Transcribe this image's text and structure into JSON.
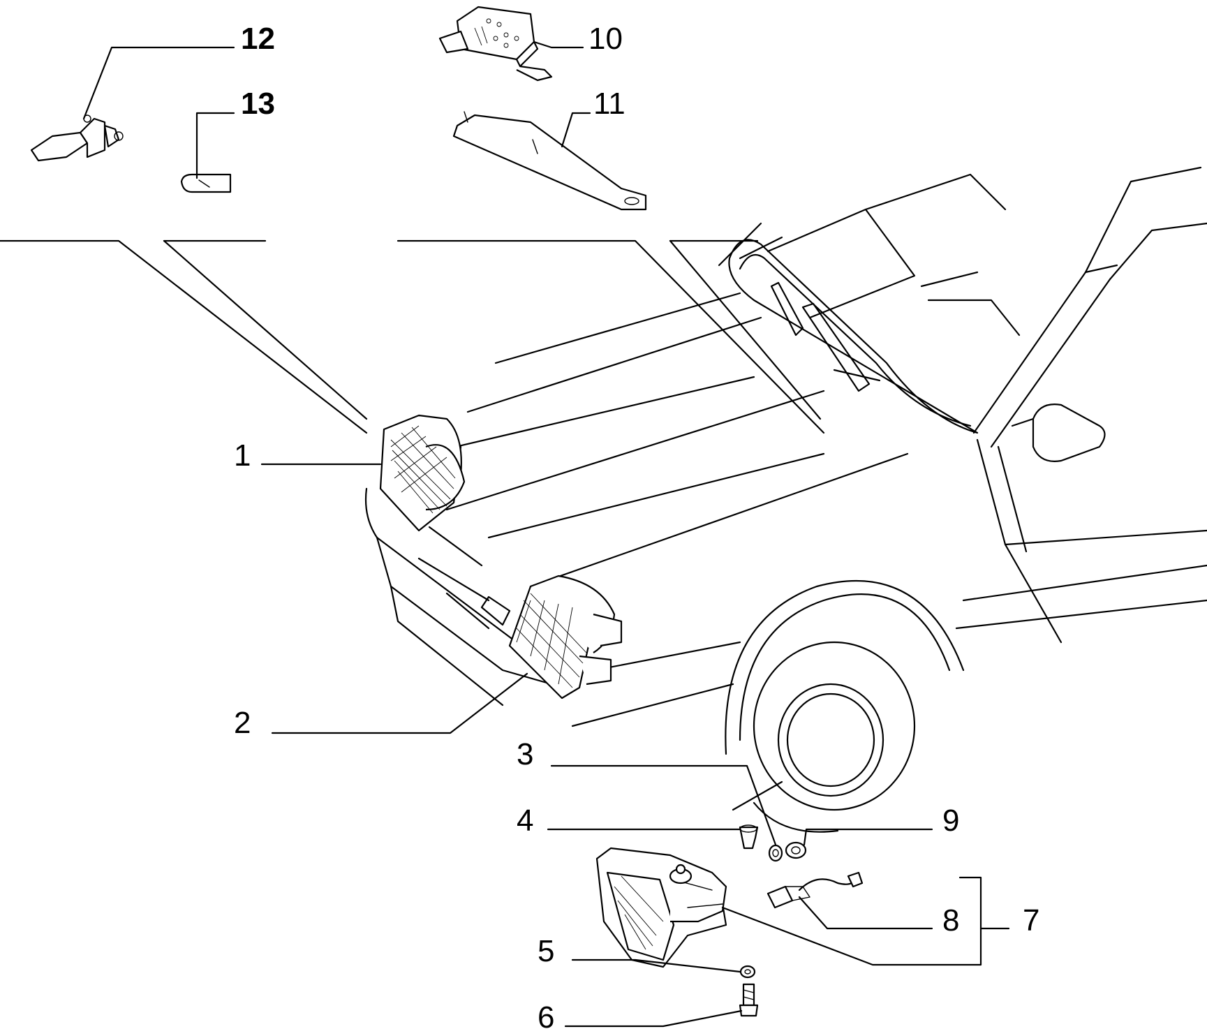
{
  "callouts": [
    {
      "id": "12",
      "text": "12",
      "bold": true
    },
    {
      "id": "13",
      "text": "13",
      "bold": true
    },
    {
      "id": "10",
      "text": "10",
      "bold": false
    },
    {
      "id": "11",
      "text": "11",
      "bold": false
    },
    {
      "id": "1",
      "text": "1",
      "bold": false
    },
    {
      "id": "2",
      "text": "2",
      "bold": false
    },
    {
      "id": "3",
      "text": "3",
      "bold": false
    },
    {
      "id": "4",
      "text": "4",
      "bold": false
    },
    {
      "id": "9",
      "text": "9",
      "bold": false
    },
    {
      "id": "8",
      "text": "8",
      "bold": false
    },
    {
      "id": "7",
      "text": "7",
      "bold": false
    },
    {
      "id": "5",
      "text": "5",
      "bold": false
    },
    {
      "id": "6",
      "text": "6",
      "bold": false
    }
  ]
}
